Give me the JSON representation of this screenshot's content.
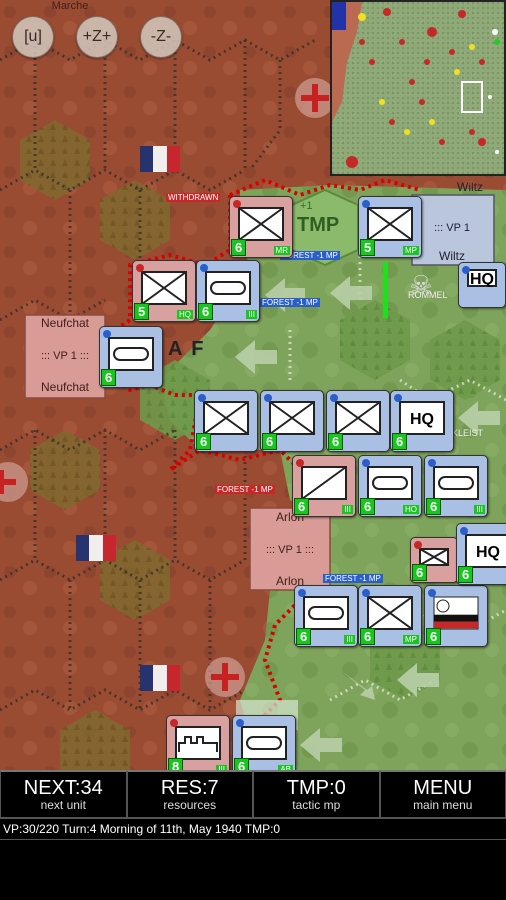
{
  "zoom_buttons": {
    "u": "[u]",
    "zoom_in": "+Z+",
    "zoom_out": "-Z-"
  },
  "map_labels": {
    "neufchat_top": "Neufchat",
    "neufchat_vp": "::: VP 1 :::",
    "neufchat_bottom": "Neufchat",
    "arlon_top": "Arlon",
    "arlon_vp": "::: VP 1 :::",
    "arlon_bottom": "Arlon",
    "wiltz_top": "Wiltz",
    "wiltz_vp": "::: VP 1",
    "wiltz_bottom": "Wiltz",
    "marche": "Marche",
    "withdrawn": "WITHDRAWN",
    "forest1": "FOREST -1 MP",
    "forest2": "FOREST -1 MP",
    "forest3": "FOREST -1 MP",
    "forest4": "FOREST -1 MP",
    "tmp": "TMP",
    "tmp_plus": "+1",
    "rommel": "ROMMEL",
    "kleist": "KLEIST",
    "airfield": "A F",
    "hq": "HQ"
  },
  "units": [
    {
      "id": "u1",
      "strength": "6",
      "tag": "MR",
      "kind": "infantry",
      "side": "french"
    },
    {
      "id": "u2",
      "strength": "5",
      "tag": "MP",
      "kind": "infantry",
      "side": "german"
    },
    {
      "id": "u3",
      "strength": "5",
      "tag": "HQ",
      "kind": "infantry",
      "side": "french"
    },
    {
      "id": "u4",
      "strength": "6",
      "tag": "III",
      "kind": "armor",
      "side": "german"
    },
    {
      "id": "u5",
      "strength": "6",
      "tag": "",
      "kind": "armor",
      "side": "german"
    },
    {
      "id": "u6",
      "strength": "6",
      "tag": "",
      "kind": "infantry",
      "side": "german"
    },
    {
      "id": "u7",
      "strength": "6",
      "tag": "",
      "kind": "infantry",
      "side": "german"
    },
    {
      "id": "u8",
      "strength": "6",
      "tag": "",
      "kind": "infantry",
      "side": "german"
    },
    {
      "id": "u9",
      "strength": "6",
      "tag": "",
      "kind": "hq",
      "side": "german"
    },
    {
      "id": "u10",
      "strength": "6",
      "tag": "III",
      "kind": "antitank",
      "side": "french"
    },
    {
      "id": "u11",
      "strength": "6",
      "tag": "HO",
      "kind": "armor",
      "side": "german"
    },
    {
      "id": "u12",
      "strength": "6",
      "tag": "III",
      "kind": "armor",
      "side": "german"
    },
    {
      "id": "u13",
      "strength": "6",
      "tag": "",
      "kind": "infantry",
      "side": "french"
    },
    {
      "id": "u14",
      "strength": "6",
      "tag": "III",
      "kind": "armor",
      "side": "german"
    },
    {
      "id": "u15",
      "strength": "6",
      "tag": "MP",
      "kind": "infantry",
      "side": "german"
    },
    {
      "id": "u16",
      "strength": "6",
      "tag": "",
      "kind": "flag",
      "side": "german"
    },
    {
      "id": "u17",
      "strength": "8",
      "tag": "III",
      "kind": "fort",
      "side": "french"
    },
    {
      "id": "u18",
      "strength": "6",
      "tag": "AB",
      "kind": "armor",
      "side": "german"
    },
    {
      "id": "u19",
      "strength": "6",
      "tag": "",
      "kind": "hq",
      "side": "german"
    },
    {
      "id": "u20",
      "strength": "",
      "tag": "",
      "kind": "hq",
      "side": "german"
    }
  ],
  "buttons": [
    {
      "main": "NEXT:34",
      "sub": "next unit"
    },
    {
      "main": "RES:7",
      "sub": "resources"
    },
    {
      "main": "TMP:0",
      "sub": "tactic mp"
    },
    {
      "main": "MENU",
      "sub": "main menu"
    }
  ],
  "status": {
    "vp": "VP:30/220",
    "turn": "Turn:4",
    "date": "Morning of 11th, May 1940",
    "tmp": "TMP:0"
  },
  "colors": {
    "french_terrain": "#a8563a",
    "german_terrain": "#7fa05a",
    "french_unit": "#d9a0a0",
    "german_unit": "#a9c0e4",
    "front_line": "#d40000"
  }
}
